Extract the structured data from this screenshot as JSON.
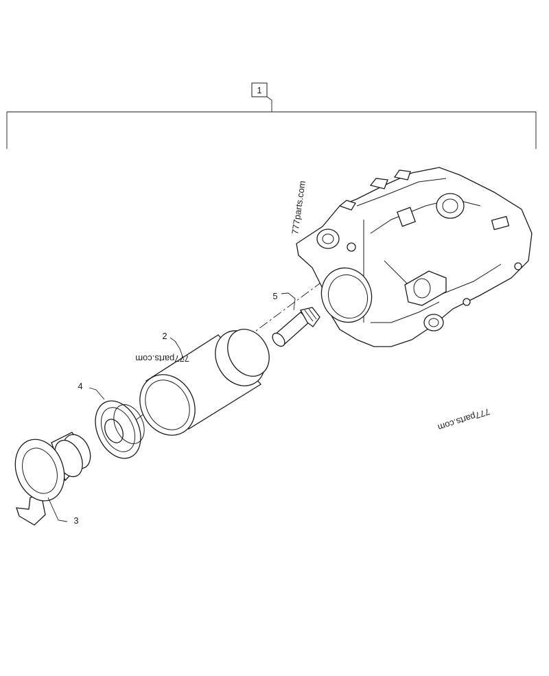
{
  "callouts": {
    "assembly": "1",
    "filter_cartridge": "2",
    "cap": "3",
    "retainer": "4",
    "fitting": "5"
  },
  "watermarks": [
    "777parts.com",
    "777parts.com",
    "777parts.com"
  ],
  "colors": {
    "line": "#1a1a1a",
    "background": "#ffffff"
  }
}
